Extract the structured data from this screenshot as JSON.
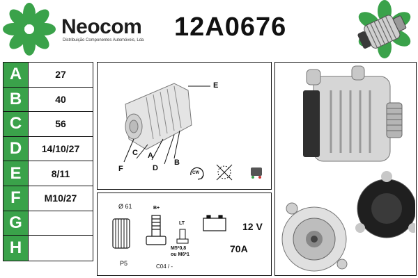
{
  "header": {
    "brand": "Neocom",
    "brand_subtitle": "Distribuição Componentes Automóveis, Lda",
    "part_number": "12A0676"
  },
  "dimensions": [
    {
      "letter": "A",
      "value": "27"
    },
    {
      "letter": "B",
      "value": "40"
    },
    {
      "letter": "C",
      "value": "56"
    },
    {
      "letter": "D",
      "value": "14/10/27"
    },
    {
      "letter": "E",
      "value": "8/11"
    },
    {
      "letter": "F",
      "value": "M10/27"
    },
    {
      "letter": "G",
      "value": ""
    },
    {
      "letter": "H",
      "value": ""
    }
  ],
  "diagram": {
    "labels": {
      "e": "E",
      "c": "C",
      "a": "A",
      "b": "B",
      "f": "F",
      "d": "D"
    },
    "rotation": "CW"
  },
  "specs": {
    "pulley_diameter": "Ø 61",
    "pulley_type": "P5",
    "terminal_b": "B+",
    "terminal_lt": "LT",
    "thread_line1": "M5*0,8",
    "thread_line2": "ou M6*1",
    "code": "C04 / -",
    "voltage": "12 V",
    "amperage": "70A"
  },
  "colors": {
    "brand_green": "#3aa24a",
    "border": "#111111"
  }
}
